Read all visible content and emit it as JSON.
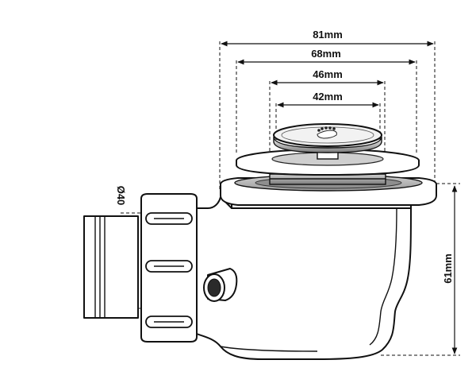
{
  "dimensions": {
    "d81": "81mm",
    "d68": "68mm",
    "d46": "46mm",
    "d42": "42mm",
    "height": "61mm",
    "outlet": "Ø40"
  },
  "icon": "foot-logo-icon"
}
